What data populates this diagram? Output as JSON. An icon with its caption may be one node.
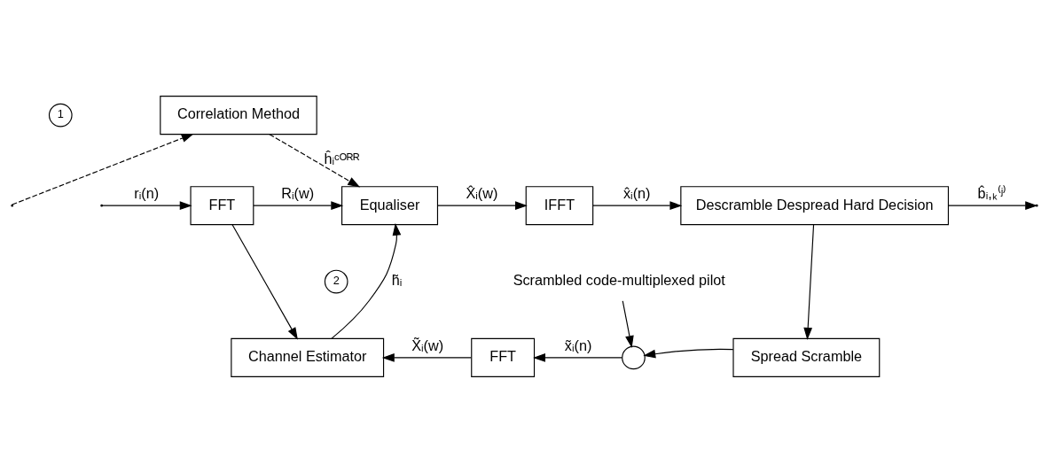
{
  "diagram": {
    "nodes": [
      {
        "text": [
          "Correlation Method"
        ]
      },
      {
        "text": [
          "FFT"
        ]
      },
      {
        "text": [
          "Equaliser"
        ]
      },
      {
        "text": [
          "IFFT"
        ]
      },
      {
        "text": [
          "Descramble Despread Hard Decision"
        ]
      },
      {
        "text": [
          "Channel Estimator"
        ]
      },
      {
        "text": [
          "FFT"
        ]
      },
      {
        "text": [],
        "shape": "circle"
      },
      {
        "text": [
          "Spread Scramble"
        ]
      },
      {
        "text": [
          "Scrambled code-multiplexed pilot"
        ]
      },
      {
        "text": [
          "1"
        ]
      },
      {
        "text": [
          "2"
        ]
      }
    ],
    "edges": [
      {
        "from": null,
        "to": 1,
        "arrow": "to",
        "label": "rᵢ(n)"
      },
      {
        "from": null,
        "to": 0,
        "arrow": "to",
        "style": "dashed"
      },
      {
        "from": 0,
        "to": 2,
        "arrow": "to",
        "style": "dashed",
        "label": "ĥᵢᶜᴼᴿᴿ"
      },
      {
        "from": 1,
        "to": 2,
        "arrow": "to",
        "label": "Rᵢ(w)"
      },
      {
        "from": 2,
        "to": 3,
        "arrow": "to",
        "label": "X̂ᵢ(w)"
      },
      {
        "from": 3,
        "to": 4,
        "arrow": "to",
        "label": "x̂ᵢ(n)"
      },
      {
        "from": 4,
        "to": null,
        "arrow": "to",
        "label": "b̂ᵢ,ₖ⁽ʲ⁾"
      },
      {
        "from": 4,
        "to": 8,
        "arrow": "to"
      },
      {
        "from": 8,
        "to": 7,
        "arrow": "to"
      },
      {
        "from": 9,
        "to": 7,
        "arrow": "to"
      },
      {
        "from": 7,
        "to": 6,
        "arrow": "to",
        "label": "x̃ᵢ(n)"
      },
      {
        "from": 6,
        "to": 5,
        "arrow": "to",
        "label": "X̃ᵢ(w)"
      },
      {
        "from": 1,
        "to": 5,
        "arrow": "to"
      },
      {
        "from": 5,
        "to": 2,
        "arrow": "to",
        "label": "h̃ᵢ"
      }
    ],
    "labels": []
  }
}
